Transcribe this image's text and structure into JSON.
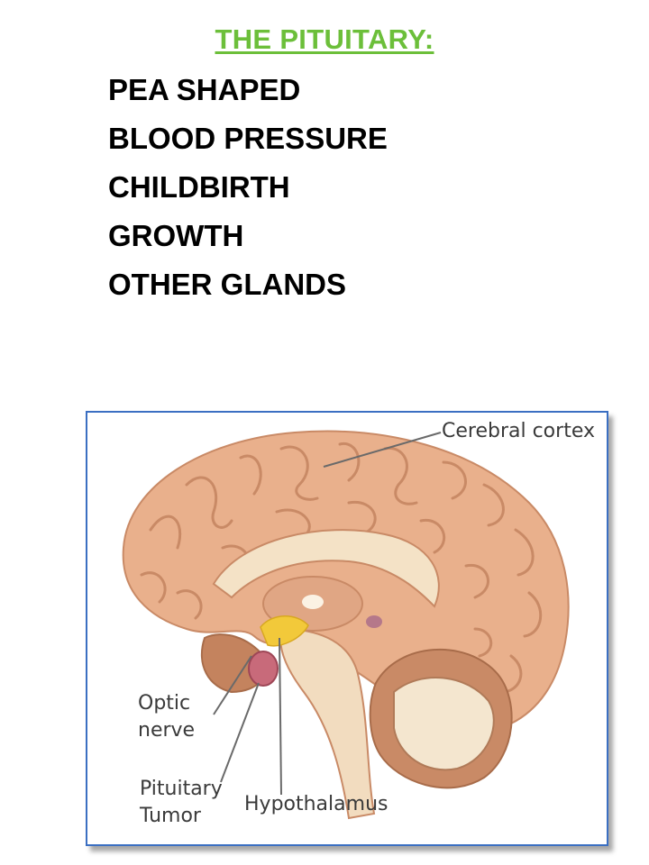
{
  "slide": {
    "title": "THE PITUITARY:",
    "bullets": [
      "PEA SHAPED",
      "BLOOD PRESSURE",
      "CHILDBIRTH",
      "GROWTH",
      "OTHER GLANDS"
    ]
  },
  "figure": {
    "labels": {
      "cerebral_cortex": "Cerebral cortex",
      "optic_nerve_line1": "Optic",
      "optic_nerve_line2": "nerve",
      "pituitary_tumor_line1": "Pituitary",
      "pituitary_tumor_line2": "Tumor",
      "hypothalamus": "Hypothalamus"
    }
  },
  "colors": {
    "title": "#6cbf3a",
    "frame_border": "#3b6fc2",
    "brain_tissue": "#e9b08c",
    "tumor": "#c86a7a",
    "pituitary_region": "#f2c93a"
  }
}
